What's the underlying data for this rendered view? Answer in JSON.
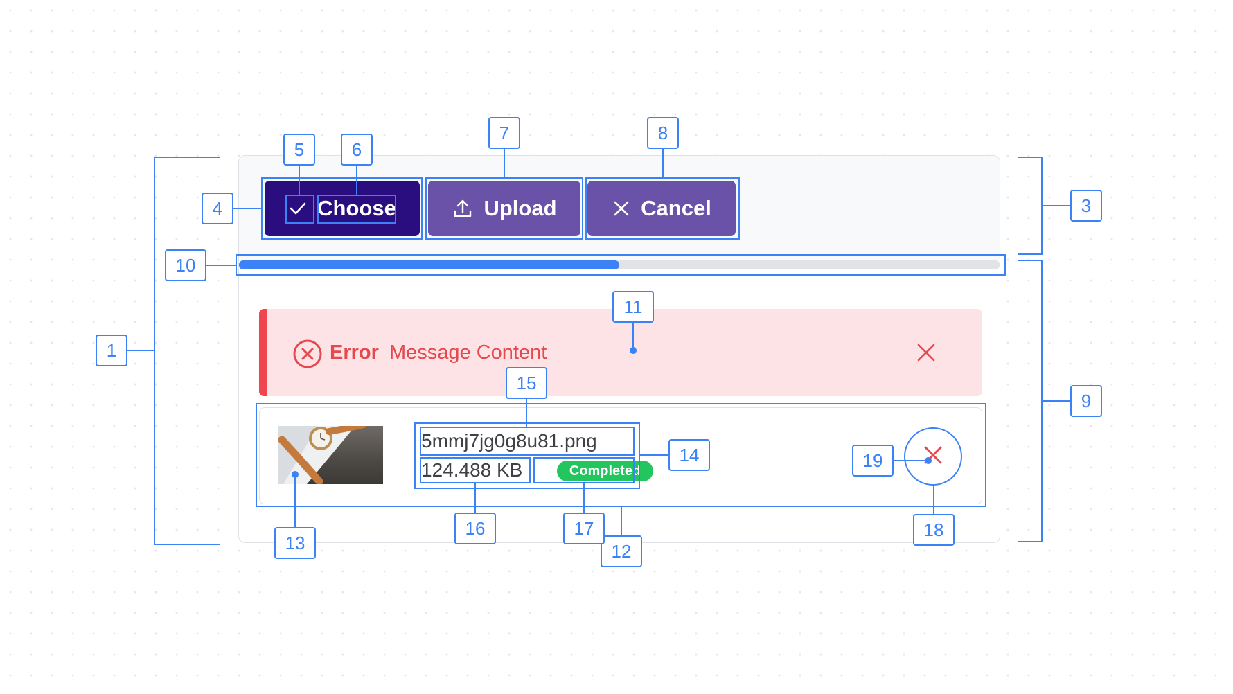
{
  "buttons": {
    "choose": "Choose",
    "upload": "Upload",
    "cancel": "Cancel"
  },
  "progress": {
    "value_percent": 50
  },
  "message": {
    "severity": "error",
    "summary": "Error",
    "detail": "Message Content"
  },
  "file": {
    "name": "5mmj7jg0g8u81.png",
    "size": "124.488 KB",
    "status": "Completed"
  },
  "callouts": [
    "1",
    "3",
    "4",
    "5",
    "6",
    "7",
    "8",
    "9",
    "10",
    "11",
    "12",
    "13",
    "14",
    "15",
    "16",
    "17",
    "18",
    "19"
  ],
  "colors": {
    "annotation": "#3b82f6",
    "choose_button": "#2a0d7e",
    "action_button": "#6a52a9",
    "error": "#e5484d",
    "error_background": "#fde3e5",
    "success_badge": "#22c55e",
    "progress_fill": "#3b82f6"
  },
  "icons": {
    "choose": "check-icon",
    "upload": "upload-icon",
    "cancel": "times-icon",
    "error": "times-circle-icon",
    "remove": "times-icon"
  }
}
